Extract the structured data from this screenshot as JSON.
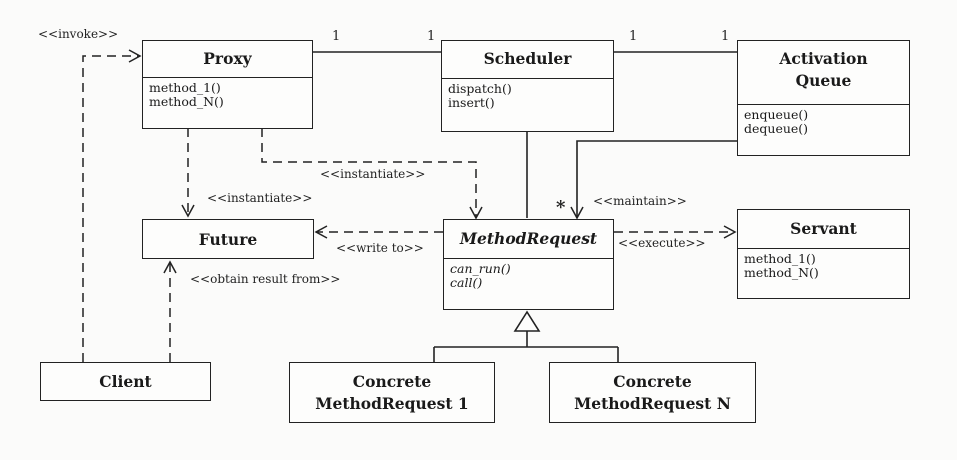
{
  "classes": {
    "proxy": {
      "name": "Proxy",
      "ops": [
        "method_1()",
        "method_N()"
      ]
    },
    "scheduler": {
      "name": "Scheduler",
      "ops": [
        "dispatch()",
        "insert()"
      ]
    },
    "activation_queue": {
      "name_line1": "Activation",
      "name_line2": "Queue",
      "ops": [
        "enqueue()",
        "dequeue()"
      ]
    },
    "future": {
      "name": "Future"
    },
    "method_request": {
      "name": "MethodRequest",
      "ops": [
        "can_run()",
        "call()"
      ]
    },
    "servant": {
      "name": "Servant",
      "ops": [
        "method_1()",
        "method_N()"
      ]
    },
    "client": {
      "name": "Client"
    },
    "concrete_1": {
      "line1": "Concrete",
      "line2": "MethodRequest 1"
    },
    "concrete_n": {
      "line1": "Concrete",
      "line2": "MethodRequest N"
    }
  },
  "labels": {
    "invoke": "<<invoke>>",
    "instantiate_future": "<<instantiate>>",
    "instantiate_method_request": "<<instantiate>>",
    "maintain": "<<maintain>>",
    "write_to": "<<write to>>",
    "execute": "<<execute>>",
    "obtain_result": "<<obtain result from>>"
  },
  "multiplicities": {
    "proxy_scheduler_left": "1",
    "proxy_scheduler_right": "1",
    "scheduler_queue_left": "1",
    "scheduler_queue_right": "1",
    "maintain_star": "*"
  }
}
